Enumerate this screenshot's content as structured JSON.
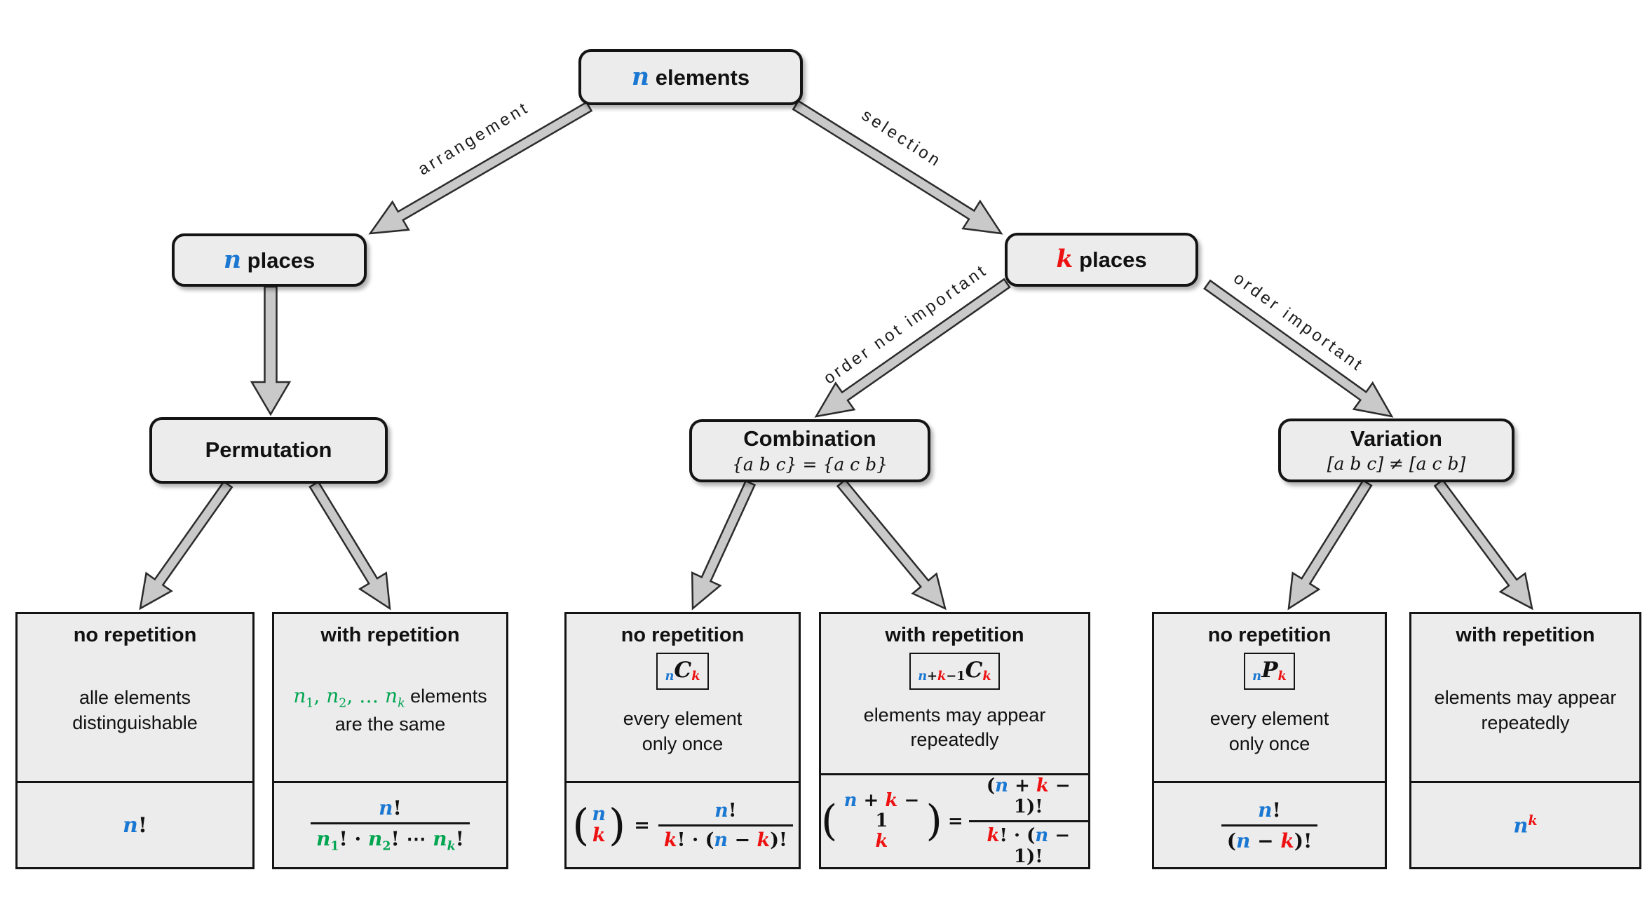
{
  "colors": {
    "blue": "#1a78d2",
    "red": "#ee1111",
    "green": "#00a550",
    "box_fill": "#ececec",
    "box_border": "#141414",
    "arrow_fill": "#c9c9c9"
  },
  "nodes": {
    "root": {
      "tokens": [
        {
          "t": "n",
          "c": "var blue"
        },
        {
          "t": " elements",
          "c": ""
        }
      ]
    },
    "n_places": {
      "tokens": [
        {
          "t": "n",
          "c": "var blue"
        },
        {
          "t": " places",
          "c": ""
        }
      ]
    },
    "k_places": {
      "tokens": [
        {
          "t": "k",
          "c": "var red"
        },
        {
          "t": " places",
          "c": ""
        }
      ]
    },
    "permutation": {
      "title": "Permutation"
    },
    "combination": {
      "title": "Combination",
      "subtitle": "{a b c} = {a c b}"
    },
    "variation": {
      "title": "Variation",
      "subtitle": "[a b c] ≠ [a c b]"
    }
  },
  "edge_labels": {
    "arrangement": "arrangement",
    "selection": "selection",
    "order_not_important": "order not important",
    "order_important": "order important"
  },
  "eq": "=",
  "leaves": [
    {
      "title": "no repetition",
      "desc_line1": "alle elements",
      "desc_line2": "distinguishable",
      "formula": [
        {
          "t": "n",
          "c": "var blue"
        },
        {
          "t": "!",
          "c": ""
        }
      ]
    },
    {
      "title": "with repetition",
      "desc_tokens": [
        {
          "t": "n",
          "c": "var green"
        },
        {
          "t": "1",
          "c": "sub green"
        },
        {
          "t": ", ",
          "c": "green"
        },
        {
          "t": "n",
          "c": "var green"
        },
        {
          "t": "2",
          "c": "sub green"
        },
        {
          "t": ", … ",
          "c": "green"
        },
        {
          "t": "n",
          "c": "var green"
        },
        {
          "t": "k",
          "c": "var sub green"
        },
        {
          "t": " elements",
          "c": "plain"
        }
      ],
      "desc_line2": "are the same",
      "formula_num": [
        {
          "t": "n",
          "c": "var blue"
        },
        {
          "t": "!",
          "c": ""
        }
      ],
      "formula_den": [
        {
          "t": "n",
          "c": "var green"
        },
        {
          "t": "1",
          "c": "sub green"
        },
        {
          "t": "! · ",
          "c": ""
        },
        {
          "t": "n",
          "c": "var green"
        },
        {
          "t": "2",
          "c": "sub green"
        },
        {
          "t": "! ⋯ ",
          "c": ""
        },
        {
          "t": "n",
          "c": "var green"
        },
        {
          "t": "k",
          "c": "var sub green"
        },
        {
          "t": "!",
          "c": ""
        }
      ]
    },
    {
      "title": "no repetition",
      "badge": [
        {
          "t": "n",
          "c": "var sub blue"
        },
        {
          "t": "C",
          "c": "var cap"
        },
        {
          "t": "k",
          "c": "var sub red"
        }
      ],
      "desc_line1": "every element",
      "desc_line2": "only once",
      "binom_top": [
        {
          "t": "n",
          "c": "var blue"
        }
      ],
      "binom_bottom": [
        {
          "t": "k",
          "c": "var red"
        }
      ],
      "formula_num": [
        {
          "t": "n",
          "c": "var blue"
        },
        {
          "t": "!",
          "c": ""
        }
      ],
      "formula_den": [
        {
          "t": "k",
          "c": "var red"
        },
        {
          "t": "! · (",
          "c": ""
        },
        {
          "t": "n",
          "c": "var blue"
        },
        {
          "t": " − ",
          "c": ""
        },
        {
          "t": "k",
          "c": "var red"
        },
        {
          "t": ")!",
          "c": ""
        }
      ]
    },
    {
      "title": "with repetition",
      "badge": [
        {
          "t": "n",
          "c": "var sub blue"
        },
        {
          "t": "+",
          "c": "sub"
        },
        {
          "t": "k",
          "c": "var sub red"
        },
        {
          "t": "−1",
          "c": "sub"
        },
        {
          "t": "C",
          "c": "var cap"
        },
        {
          "t": "k",
          "c": "var sub red"
        }
      ],
      "desc_line1": "elements may appear",
      "desc_line2": "repeatedly",
      "binom_top": [
        {
          "t": "n",
          "c": "var blue"
        },
        {
          "t": " + ",
          "c": ""
        },
        {
          "t": "k",
          "c": "var red"
        },
        {
          "t": " − 1",
          "c": ""
        }
      ],
      "binom_bottom": [
        {
          "t": "k",
          "c": "var red"
        }
      ],
      "formula_num": [
        {
          "t": "(",
          "c": ""
        },
        {
          "t": "n",
          "c": "var blue"
        },
        {
          "t": " + ",
          "c": ""
        },
        {
          "t": "k",
          "c": "var red"
        },
        {
          "t": " − 1",
          "c": ""
        },
        {
          "t": ")!",
          "c": ""
        }
      ],
      "formula_den": [
        {
          "t": "k",
          "c": "var red"
        },
        {
          "t": "! · (",
          "c": ""
        },
        {
          "t": "n",
          "c": "var blue"
        },
        {
          "t": " − 1)!",
          "c": ""
        }
      ]
    },
    {
      "title": "no repetition",
      "badge": [
        {
          "t": "n",
          "c": "var sub blue"
        },
        {
          "t": "P",
          "c": "var cap"
        },
        {
          "t": "k",
          "c": "var sub red"
        }
      ],
      "desc_line1": "every element",
      "desc_line2": "only once",
      "formula_num": [
        {
          "t": "n",
          "c": "var blue"
        },
        {
          "t": "!",
          "c": ""
        }
      ],
      "formula_den": [
        {
          "t": "(",
          "c": ""
        },
        {
          "t": "n",
          "c": "var blue"
        },
        {
          "t": " − ",
          "c": ""
        },
        {
          "t": "k",
          "c": "var red"
        },
        {
          "t": ")!",
          "c": ""
        }
      ]
    },
    {
      "title": "with repetition",
      "desc_line1": "elements may appear",
      "desc_line2": "repeatedly",
      "formula": [
        {
          "t": "n",
          "c": "var blue"
        },
        {
          "t": "k",
          "c": "var sup red"
        }
      ]
    }
  ]
}
